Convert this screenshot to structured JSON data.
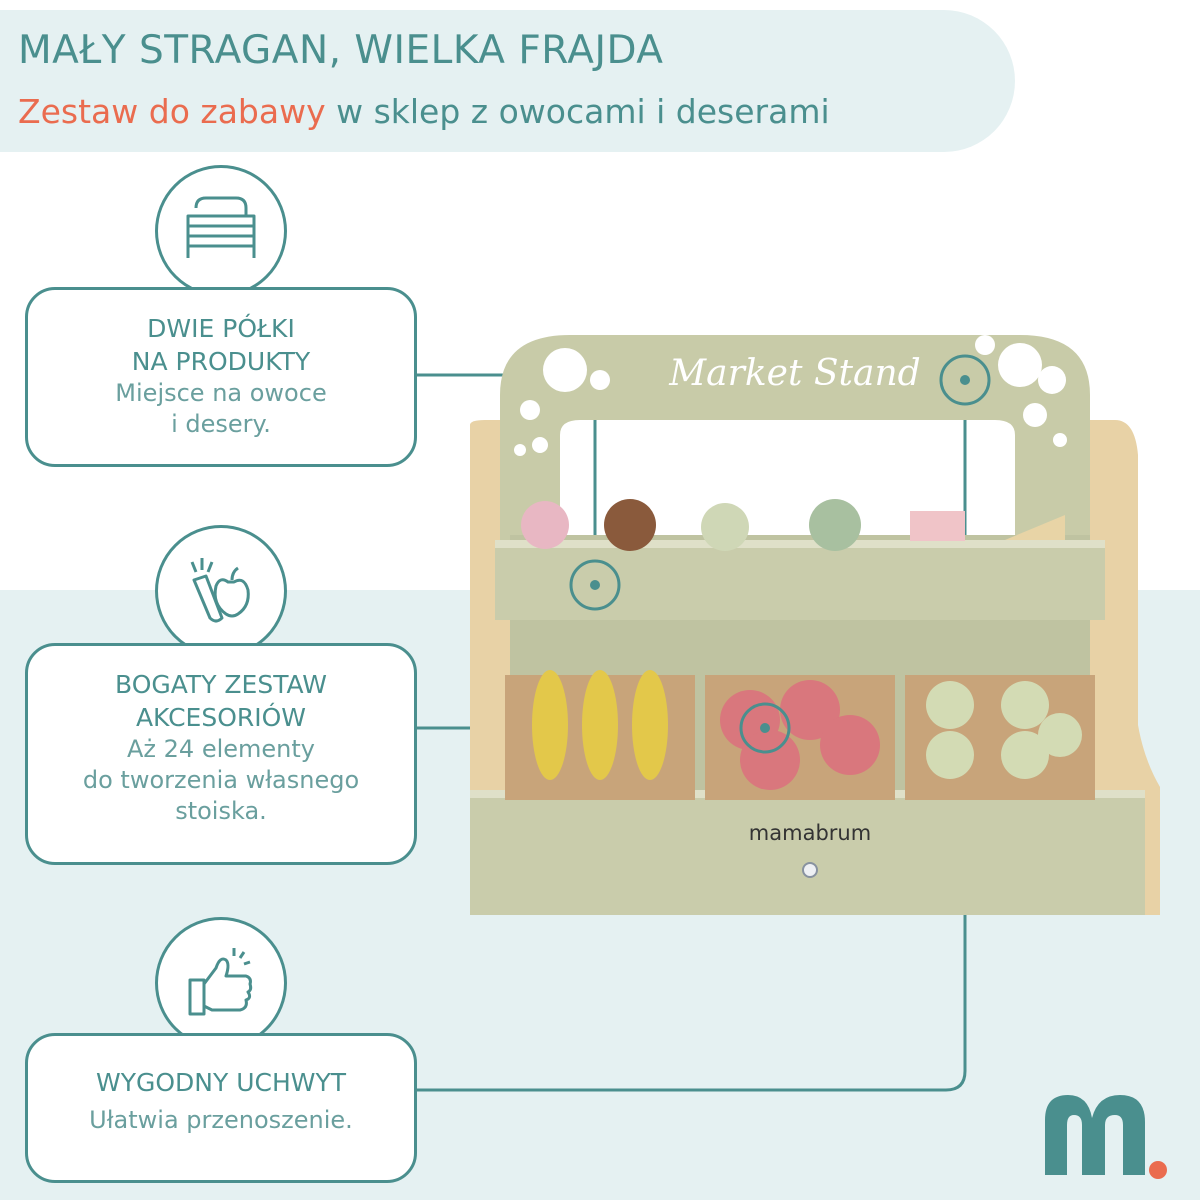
{
  "header": {
    "headline": "MAŁY STRAGAN, WIELKA FRAJDA",
    "subline_accent": "Zestaw do zabawy",
    "subline_rest": " w sklep z owocami i deserami"
  },
  "features": [
    {
      "icon": "shelves-icon",
      "title_line1": "DWIE PÓŁKI",
      "title_line2": "NA PRODUKTY",
      "desc_line1": "Miejsce na owoce",
      "desc_line2": "i desery."
    },
    {
      "icon": "fruit-icon",
      "title_line1": "BOGATY ZESTAW",
      "title_line2": "AKCESORIÓW",
      "desc_line1": "Aż 24 elementy",
      "desc_line2": "do tworzenia własnego",
      "desc_line3": "stoiska."
    },
    {
      "icon": "thumbs-up-icon",
      "title_line1": "WYGODNY UCHWYT",
      "desc_line1": "Ułatwia przenoszenie."
    }
  ],
  "product": {
    "sign_text": "Market Stand",
    "brand_text": "mamabrum"
  },
  "colors": {
    "accent_teal": "#4a8f8e",
    "accent_coral": "#ea6c4f",
    "background_tint": "#e5f1f2",
    "stand_green": "#c7cbaa"
  }
}
